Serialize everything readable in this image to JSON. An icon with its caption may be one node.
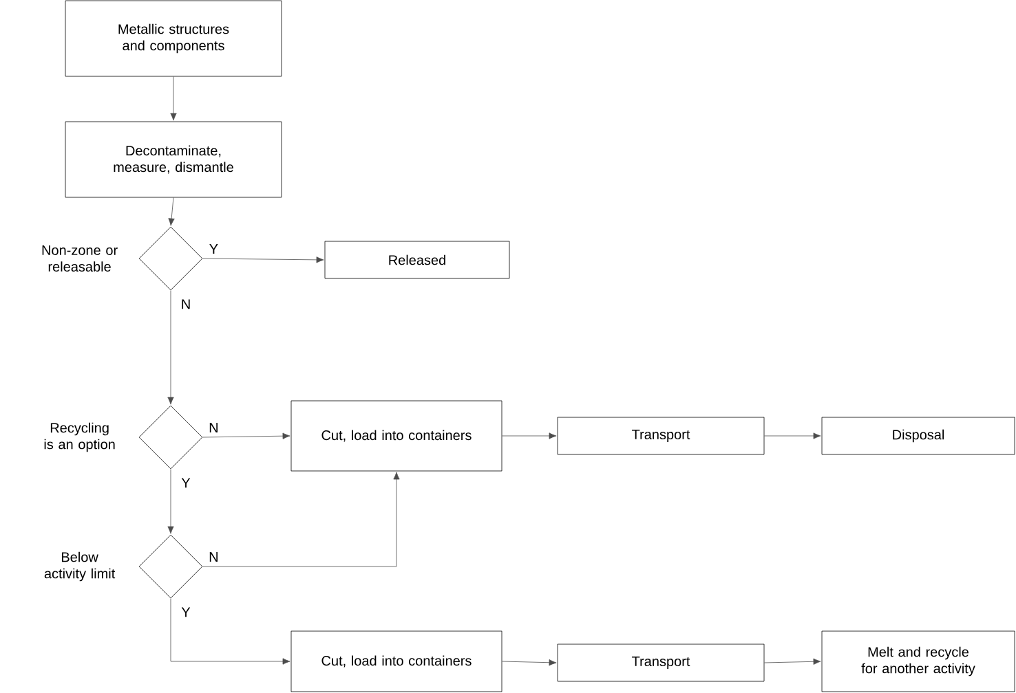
{
  "diagram": {
    "nodes": [
      {
        "text": [
          "Metallic structures and components"
        ]
      },
      {
        "text": [
          "Decontaminate, measure, dismantle"
        ]
      },
      {
        "text": [],
        "shape": "diamond",
        "beside": [
          "Non-zone or releasable"
        ]
      },
      {
        "text": [
          "Released"
        ]
      },
      {
        "text": [],
        "shape": "diamond",
        "beside": [
          "Recycling is an option"
        ]
      },
      {
        "text": [
          "Cut, load into containers"
        ]
      },
      {
        "text": [
          "Transport"
        ]
      },
      {
        "text": [
          "Disposal"
        ]
      },
      {
        "text": [],
        "shape": "diamond",
        "beside": [
          "Below activity limit"
        ]
      },
      {
        "text": [
          "Cut, load into containers"
        ]
      },
      {
        "text": [
          "Transport"
        ]
      },
      {
        "text": [
          "Melt and recycle for another activity"
        ]
      }
    ],
    "edges": [
      {
        "from": 0,
        "to": 1,
        "arrow": "to"
      },
      {
        "from": 1,
        "to": 2,
        "arrow": "to"
      },
      {
        "from": 2,
        "to": 3,
        "arrow": "to",
        "label": "Y"
      },
      {
        "from": 2,
        "to": 4,
        "arrow": "to",
        "label": "N"
      },
      {
        "from": 4,
        "to": 5,
        "arrow": "to",
        "label": "N"
      },
      {
        "from": 4,
        "to": 8,
        "arrow": "to",
        "label": "Y"
      },
      {
        "from": 8,
        "to": 5,
        "arrow": "to",
        "label": "N"
      },
      {
        "from": 8,
        "to": 9,
        "arrow": "to",
        "label": "Y"
      },
      {
        "from": 5,
        "to": 6,
        "arrow": "to"
      },
      {
        "from": 6,
        "to": 7,
        "arrow": "to"
      },
      {
        "from": 9,
        "to": 10,
        "arrow": "to"
      },
      {
        "from": 10,
        "to": 11,
        "arrow": "to"
      }
    ]
  }
}
